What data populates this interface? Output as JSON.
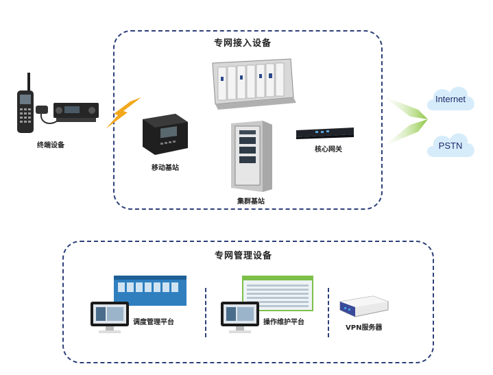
{
  "top_group": {
    "title": "专网接入设备",
    "items": [
      {
        "label": "移动基站"
      },
      {
        "label": "集群基站"
      },
      {
        "label": "核心网关"
      }
    ]
  },
  "terminal": {
    "label": "终端设备"
  },
  "clouds": [
    {
      "label": "Internet"
    },
    {
      "label": "PSTN"
    }
  ],
  "bottom_group": {
    "title": "专网管理设备",
    "items": [
      {
        "label": "调度管理平台"
      },
      {
        "label": "操作维护平台"
      },
      {
        "label": "VPN服务器"
      }
    ]
  },
  "colors": {
    "dash_border": "#2c3f78",
    "cloud_fill": "#d6ecfb",
    "arrow_green": "#8cc63f",
    "lightning": "#f2a81d"
  },
  "icons": [
    "handheld-radio-icon",
    "vehicle-radio-icon",
    "lightning-icon",
    "mobile-base-station-icon",
    "rack-chassis-icon",
    "trunk-cabinet-icon",
    "gateway-icon",
    "cloud-icon",
    "monitor-icon",
    "vpn-server-icon"
  ]
}
